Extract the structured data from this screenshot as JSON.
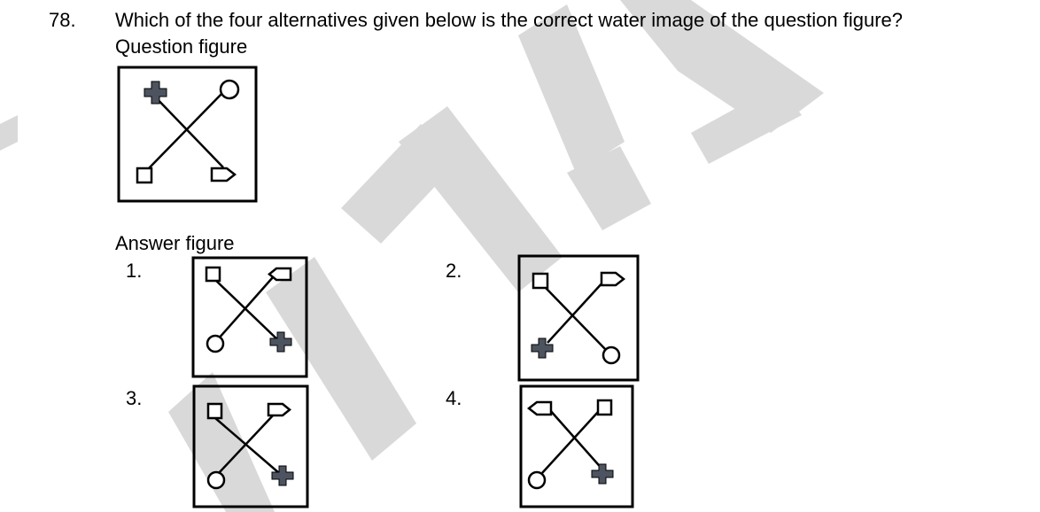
{
  "question": {
    "number": "78.",
    "text": "Which of the four alternatives given below is the correct water image of the question figure?",
    "question_figure_label": "Question figure",
    "answer_figure_label": "Answer figure"
  },
  "options": [
    {
      "label": "1."
    },
    {
      "label": "2."
    },
    {
      "label": "3."
    },
    {
      "label": "4."
    }
  ],
  "watermark": {
    "text": "FIITJEE",
    "color": "#d9d9d9"
  },
  "colors": {
    "ink": "#000000",
    "cross_fill": "#4d5460"
  },
  "figures": {
    "question": {
      "top_left": "cross",
      "top_right": "circle",
      "bottom_left": "square",
      "bottom_right": "pentagon-flag"
    },
    "option_1": {
      "top_left": "square",
      "top_right": "pentagon-flag",
      "bottom_left": "circle",
      "bottom_right": "cross"
    },
    "option_2": {
      "top_left": "square",
      "top_right": "pentagon-flag",
      "bottom_left": "cross",
      "bottom_right": "circle"
    },
    "option_3": {
      "top_left": "square",
      "top_right": "pentagon-flag",
      "bottom_left": "circle",
      "bottom_right": "cross"
    },
    "option_4": {
      "top_left": "pentagon-flag",
      "top_right": "square",
      "bottom_left": "circle",
      "bottom_right": "cross"
    }
  }
}
